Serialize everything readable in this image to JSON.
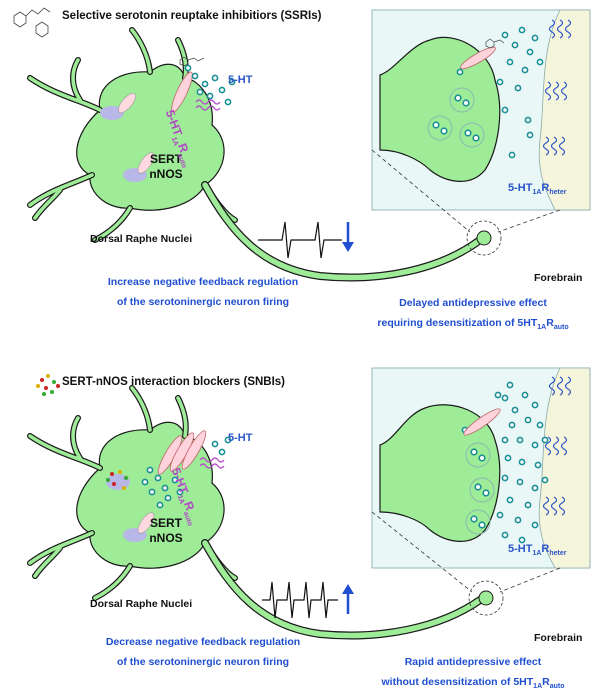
{
  "panels": [
    {
      "heading": "Selective serotonin reuptake inhibitiors (SSRIs)",
      "nucleus_label": "Dorsal Raphe Nuclei",
      "sert_label": "SERT",
      "nnos_label": "nNOS",
      "transmitter_label": "5-HT",
      "autoreceptor": {
        "base": "5-HT",
        "sub1": "1A",
        "r": "R",
        "sub2": "auto"
      },
      "heteroreceptor": {
        "base": "5-HT",
        "sub1": "1A",
        "r": "R",
        "sub2": "heter"
      },
      "region_label": "Forebrain",
      "left_caption": [
        "Increase negative feedback regulation",
        "of the serotoninergic neuron firing"
      ],
      "right_caption": [
        "Delayed antidepressive effect",
        "requiring desensitization of 5HT"
      ],
      "right_caption_sub1": "1A",
      "right_caption_r": "R",
      "right_caption_sub2": "auto",
      "firing_arrow": "down"
    },
    {
      "heading": "SERT-nNOS interaction blockers (SNBIs)",
      "nucleus_label": "Dorsal Raphe Nuclei",
      "sert_label": "SERT",
      "nnos_label": "nNOS",
      "transmitter_label": "5-HT",
      "autoreceptor": {
        "base": "5-HT",
        "sub1": "1A",
        "r": "R",
        "sub2": "auto"
      },
      "heteroreceptor": {
        "base": "5-HT",
        "sub1": "1A",
        "r": "R",
        "sub2": "heter"
      },
      "region_label": "Forebrain",
      "left_caption": [
        "Decrease negative feedback regulation",
        "of the serotoninergic neuron firing"
      ],
      "right_caption": [
        "Rapid antidepressive effect",
        "without desensitization of 5HT"
      ],
      "right_caption_sub1": "1A",
      "right_caption_r": "R",
      "right_caption_sub2": "auto",
      "firing_arrow": "up"
    }
  ],
  "colors": {
    "neuron_fill": "#9eeb98",
    "neuron_stroke": "#1a1a1a",
    "zoom_box": "#e9f7f7",
    "caption_blue": "#1f4fd0",
    "receptor_blue": "#2a54c8",
    "auto_magenta": "#b347c8",
    "vesicle_teal": "#2aa6a6"
  }
}
